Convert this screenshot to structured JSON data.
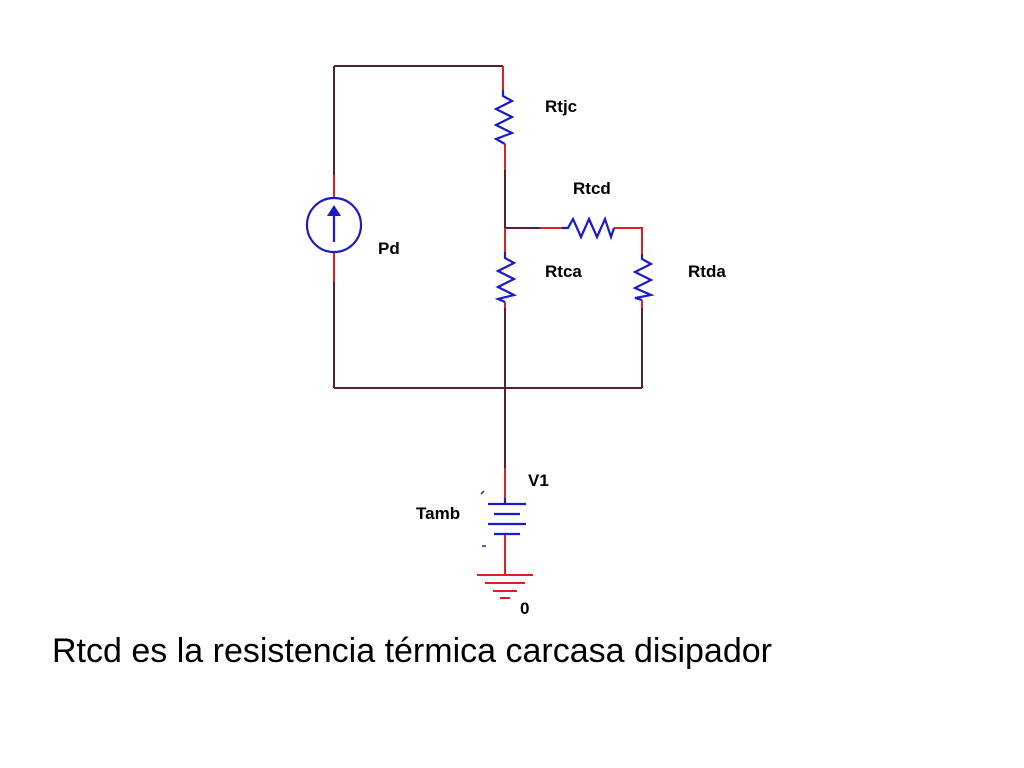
{
  "components": {
    "source": {
      "label": "Pd"
    },
    "rtjc": {
      "label": "Rtjc"
    },
    "rtcd": {
      "label": "Rtcd"
    },
    "rtca": {
      "label": "Rtca"
    },
    "rtda": {
      "label": "Rtda"
    },
    "v1": {
      "label": "V1",
      "value_label": "Tamb"
    },
    "ground": {
      "label": "0"
    }
  },
  "caption": "Rtcd es la resistencia térmica carcasa disipador",
  "colors": {
    "wire": "#5a1e33",
    "terminal": "#e02020",
    "component": "#1a1acc"
  }
}
